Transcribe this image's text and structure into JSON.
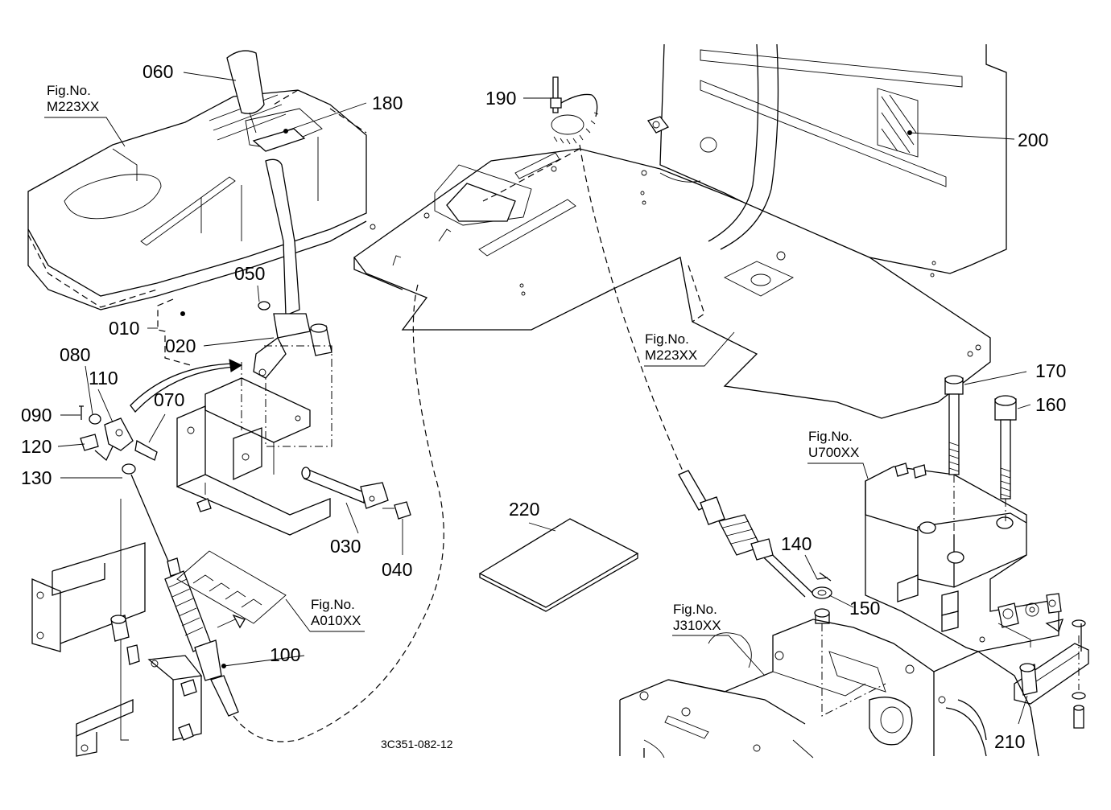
{
  "parts": [
    {
      "id": "p060",
      "label": "060"
    },
    {
      "id": "p180",
      "label": "180"
    },
    {
      "id": "p190",
      "label": "190"
    },
    {
      "id": "p200",
      "label": "200"
    },
    {
      "id": "p050",
      "label": "050"
    },
    {
      "id": "p010",
      "label": "010"
    },
    {
      "id": "p020",
      "label": "020"
    },
    {
      "id": "p080",
      "label": "080"
    },
    {
      "id": "p110",
      "label": "110"
    },
    {
      "id": "p070",
      "label": "070"
    },
    {
      "id": "p090",
      "label": "090"
    },
    {
      "id": "p120",
      "label": "120"
    },
    {
      "id": "p130",
      "label": "130"
    },
    {
      "id": "p030",
      "label": "030"
    },
    {
      "id": "p040",
      "label": "040"
    },
    {
      "id": "p100",
      "label": "100"
    },
    {
      "id": "p220",
      "label": "220"
    },
    {
      "id": "p140",
      "label": "140"
    },
    {
      "id": "p150",
      "label": "150"
    },
    {
      "id": "p170",
      "label": "170"
    },
    {
      "id": "p160",
      "label": "160"
    },
    {
      "id": "p210",
      "label": "210"
    }
  ],
  "figure_refs": [
    {
      "id": "fig_m223_left",
      "line1": "Fig.No.",
      "line2": "M223XX"
    },
    {
      "id": "fig_m223_right",
      "line1": "Fig.No.",
      "line2": "M223XX"
    },
    {
      "id": "fig_u700",
      "line1": "Fig.No.",
      "line2": "U700XX"
    },
    {
      "id": "fig_a010",
      "line1": "Fig.No.",
      "line2": "A010XX"
    },
    {
      "id": "fig_j310",
      "line1": "Fig.No.",
      "line2": "J310XX"
    }
  ],
  "drawing_code": "3C351-082-12"
}
